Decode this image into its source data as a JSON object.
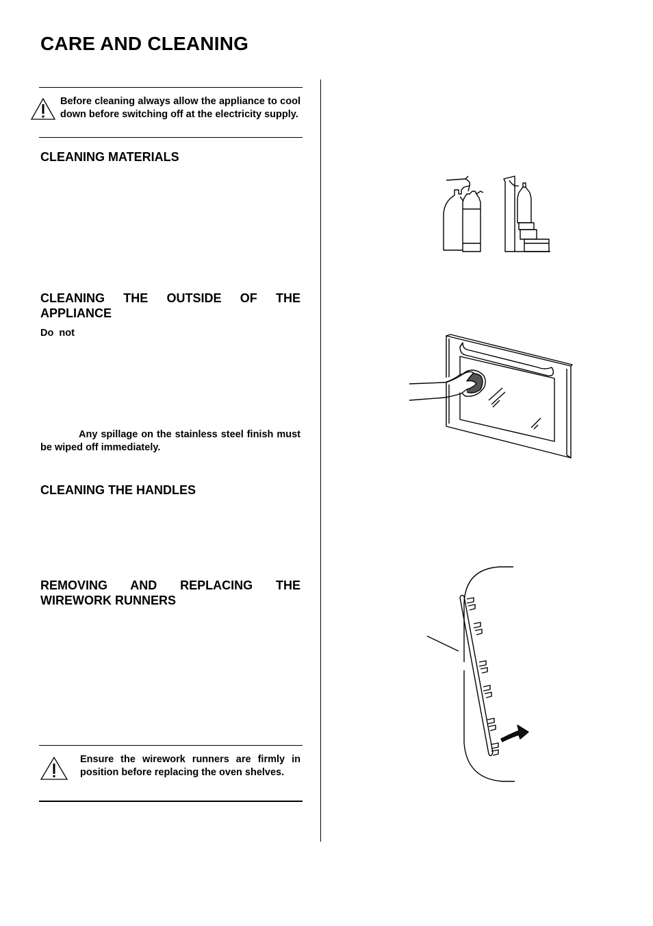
{
  "page": {
    "title": "CARE AND CLEANING"
  },
  "warnings": {
    "top": "Before cleaning always allow the appliance to cool down before switching off at the electricity supply.",
    "bottom": "Ensure the wirework runners are firmly in position before replacing the oven shelves."
  },
  "sections": {
    "materials": {
      "heading": "CLEANING MATERIALS"
    },
    "outside": {
      "heading": "CLEANING THE OUTSIDE OF THE APPLIANCE",
      "do_not": "Do  not",
      "spillage": "Any spillage on the stainless steel finish must be wiped off immediately."
    },
    "handles": {
      "heading": "CLEANING THE HANDLES"
    },
    "runners": {
      "heading": "REMOVING AND REPLACING THE WIREWORK RUNNERS"
    }
  },
  "icons": {
    "warning": "warning-triangle-icon",
    "cleaning_products": "cleaning-products-illustration",
    "oven_door": "oven-door-wiping-illustration",
    "wirework_runner": "wirework-runner-illustration"
  }
}
